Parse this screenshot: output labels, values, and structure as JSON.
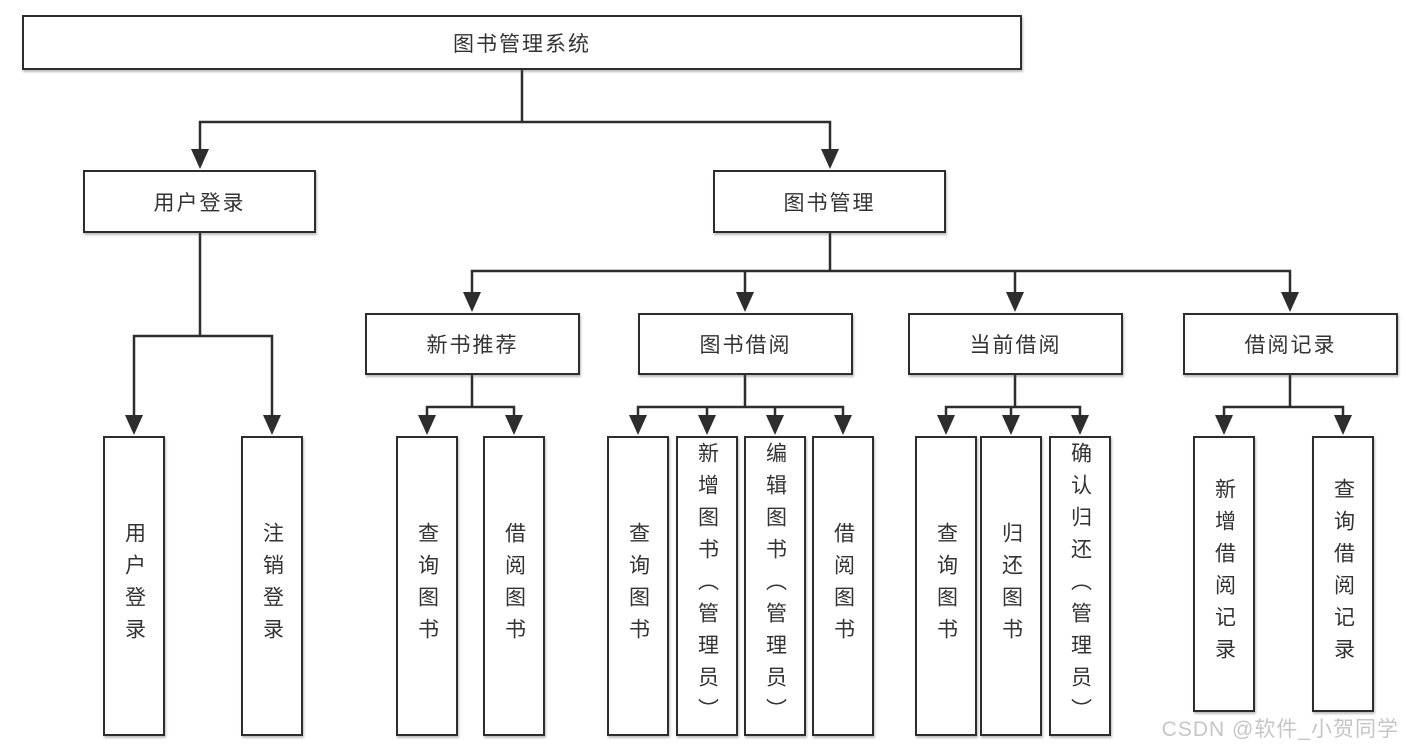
{
  "diagram": {
    "root": {
      "label": "图书管理系统"
    },
    "level1": {
      "user_login": {
        "label": "用户登录"
      },
      "book_mgmt": {
        "label": "图书管理"
      }
    },
    "level2": {
      "new_books": {
        "label": "新书推荐"
      },
      "book_borrow": {
        "label": "图书借阅"
      },
      "current_borrow": {
        "label": "当前借阅"
      },
      "borrow_records": {
        "label": "借阅记录"
      }
    },
    "leaves": {
      "user_login": [
        "用户登录",
        "注销登录"
      ],
      "new_books": [
        "查询图书",
        "借阅图书"
      ],
      "book_borrow": [
        "查询图书",
        "新增图书（管理员）",
        "编辑图书（管理员）",
        "借阅图书"
      ],
      "current_borrow": [
        "查询图书",
        "归还图书",
        "确认归还（管理员）"
      ],
      "borrow_records": [
        "新增借阅记录",
        "查询借阅记录"
      ]
    },
    "watermark": "CSDN @软件_小贺同学",
    "colors": {
      "line": "#2d2d2d",
      "text": "#333333",
      "watermark": "#c6c6c6",
      "background": "#ffffff"
    }
  }
}
